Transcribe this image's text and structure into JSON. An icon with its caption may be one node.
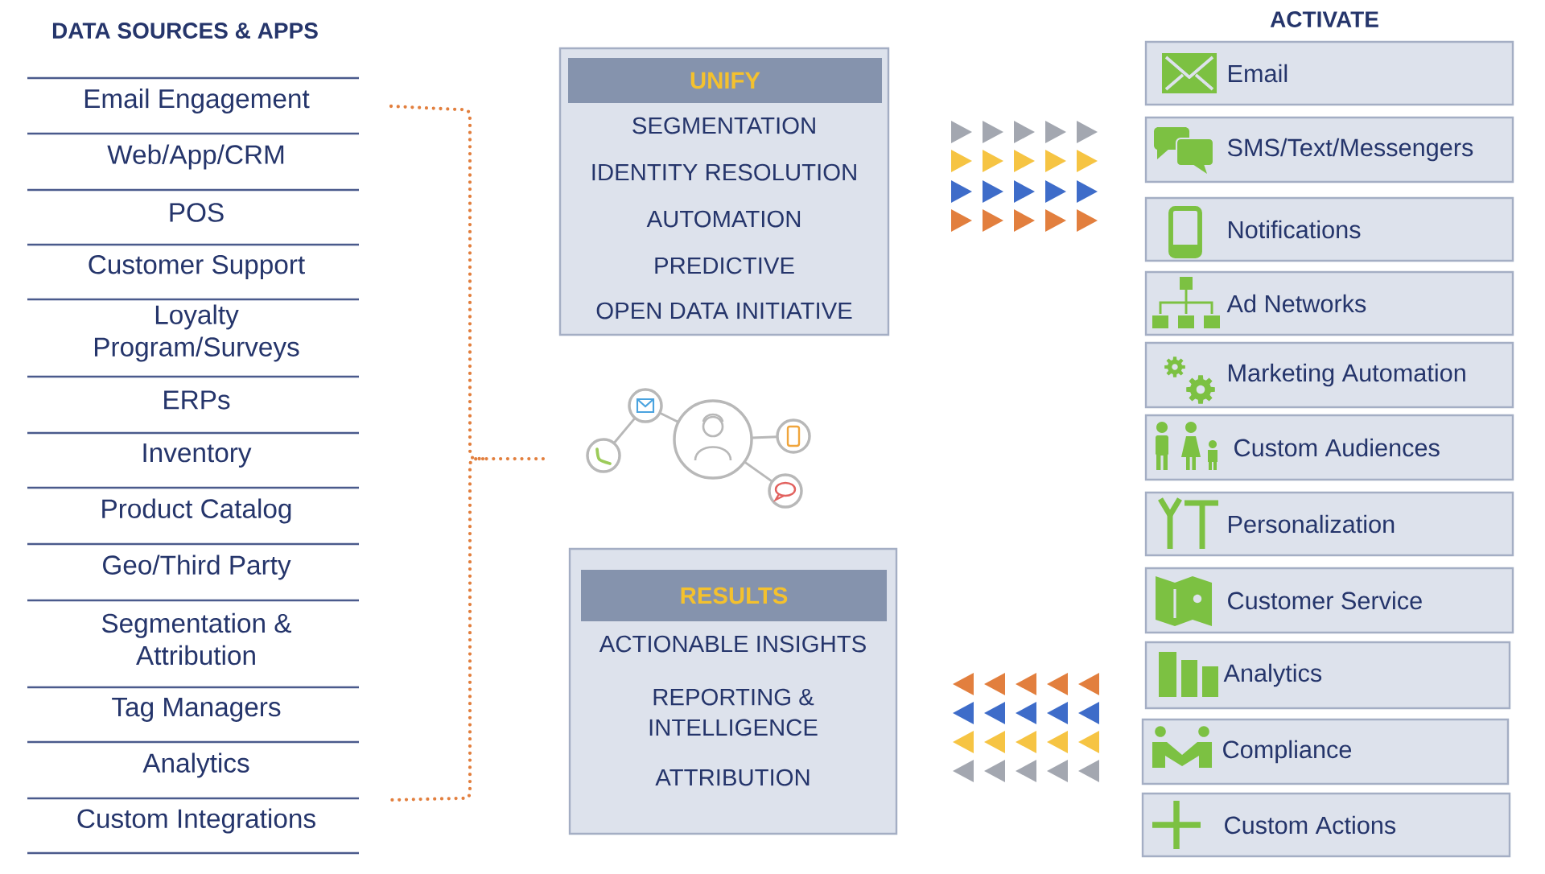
{
  "diagram": {
    "nodes": [
      {
        "text": [
          "Email Engagement"
        ]
      },
      {
        "text": [
          "Web/App/CRM"
        ]
      },
      {
        "text": [
          "POS"
        ]
      },
      {
        "text": [
          "Customer Support"
        ]
      },
      {
        "text": [
          "Loyalty Program/Surveys"
        ]
      },
      {
        "text": [
          "ERPs"
        ]
      },
      {
        "text": [
          "Inventory"
        ]
      },
      {
        "text": [
          "Product Catalog"
        ]
      },
      {
        "text": [
          "Geo/Third Party"
        ]
      },
      {
        "text": [
          "Segmentation & Attribution"
        ]
      },
      {
        "text": [
          "Tag Managers"
        ]
      },
      {
        "text": [
          "Analytics"
        ]
      },
      {
        "text": [
          "Custom Integrations"
        ]
      },
      {
        "text": [
          "SEGMENTATION",
          "IDENTITY RESOLUTION",
          "AUTOMATION",
          "PREDICTIVE",
          "OPEN DATA INITIATIVE"
        ]
      },
      {
        "text": [
          "UNIFY"
        ],
        "in": 13
      },
      {
        "text": [
          "ACTIONABLE INSIGHTS",
          "REPORTING & INTELLIGENCE",
          "ATTRIBUTION"
        ]
      },
      {
        "text": [
          "RESULTS"
        ],
        "in": 15
      },
      {
        "text": [
          "Email"
        ]
      },
      {
        "text": [
          "SMS/Text/Messengers"
        ]
      },
      {
        "text": [
          "Notifications"
        ]
      },
      {
        "text": [
          "Ad Networks"
        ]
      },
      {
        "text": [
          "Marketing Automation"
        ]
      },
      {
        "text": [
          "Custom Audiences"
        ]
      },
      {
        "text": [
          "Personalization"
        ]
      },
      {
        "text": [
          "Customer Service"
        ]
      },
      {
        "text": [
          "Analytics"
        ]
      },
      {
        "text": [
          "Compliance"
        ]
      },
      {
        "text": [
          "Custom Actions"
        ]
      }
    ],
    "labels": [
      "DATA SOURCES & APPS",
      "ACTIVATE"
    ]
  }
}
